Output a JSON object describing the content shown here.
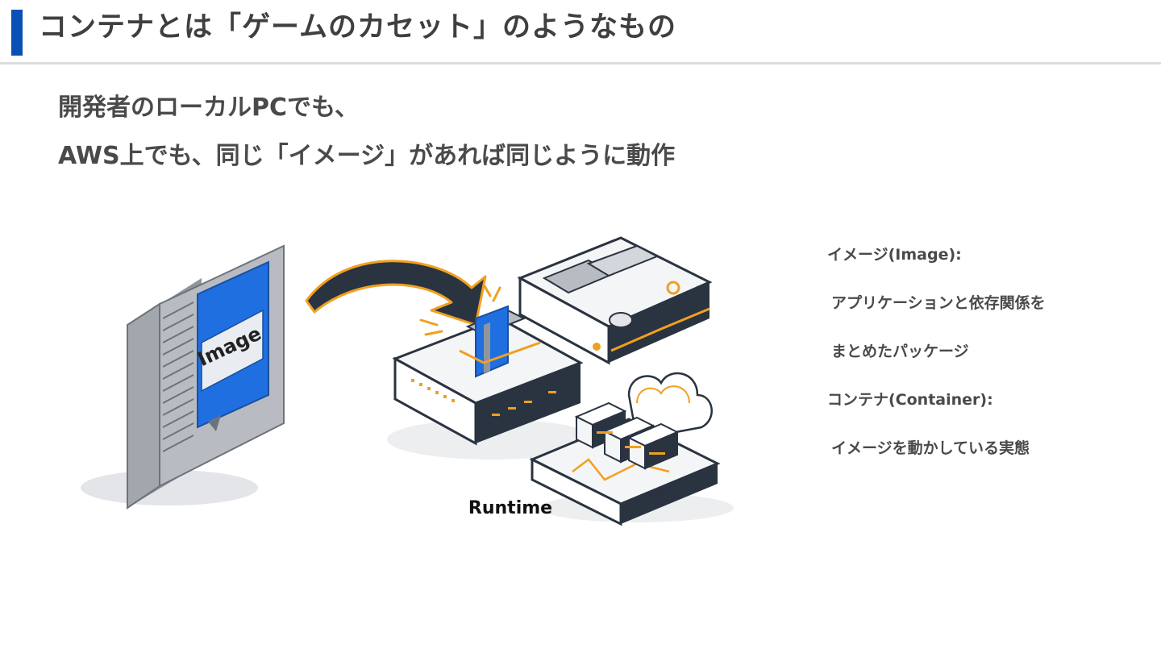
{
  "header": {
    "title": "コンテナとは「ゲームのカセット」のようなもの",
    "accent_color": "#0a4fb5"
  },
  "lead": {
    "line1": "開発者のローカルPCでも、",
    "line2": "AWS上でも、同じ「イメージ」があれば同じように動作"
  },
  "illustration": {
    "cartridge_label": "Image",
    "runtime_label": "Runtime",
    "colors": {
      "blue": "#1f6fe0",
      "orange": "#f0a020",
      "dark": "#2a3340",
      "gray": "#b8bcc2"
    }
  },
  "definitions": {
    "image_term": "イメージ(Image):",
    "image_desc_1": "アプリケーションと依存関係を",
    "image_desc_2": "まとめたパッケージ",
    "container_term": "コンテナ(Container):",
    "container_desc": "イメージを動かしている実態"
  }
}
